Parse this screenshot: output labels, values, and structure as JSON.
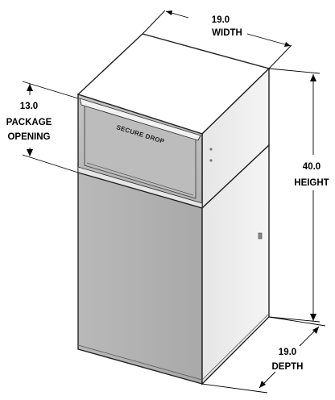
{
  "product": {
    "brand_label": "SECURE DROP"
  },
  "dimensions": {
    "width": {
      "value": "19.0",
      "label": "WIDTH"
    },
    "height": {
      "value": "40.0",
      "label": "HEIGHT"
    },
    "depth": {
      "value": "19.0",
      "label": "DEPTH"
    },
    "package_opening": {
      "value": "13.0",
      "label_line1": "PACKAGE",
      "label_line2": "OPENING"
    }
  }
}
